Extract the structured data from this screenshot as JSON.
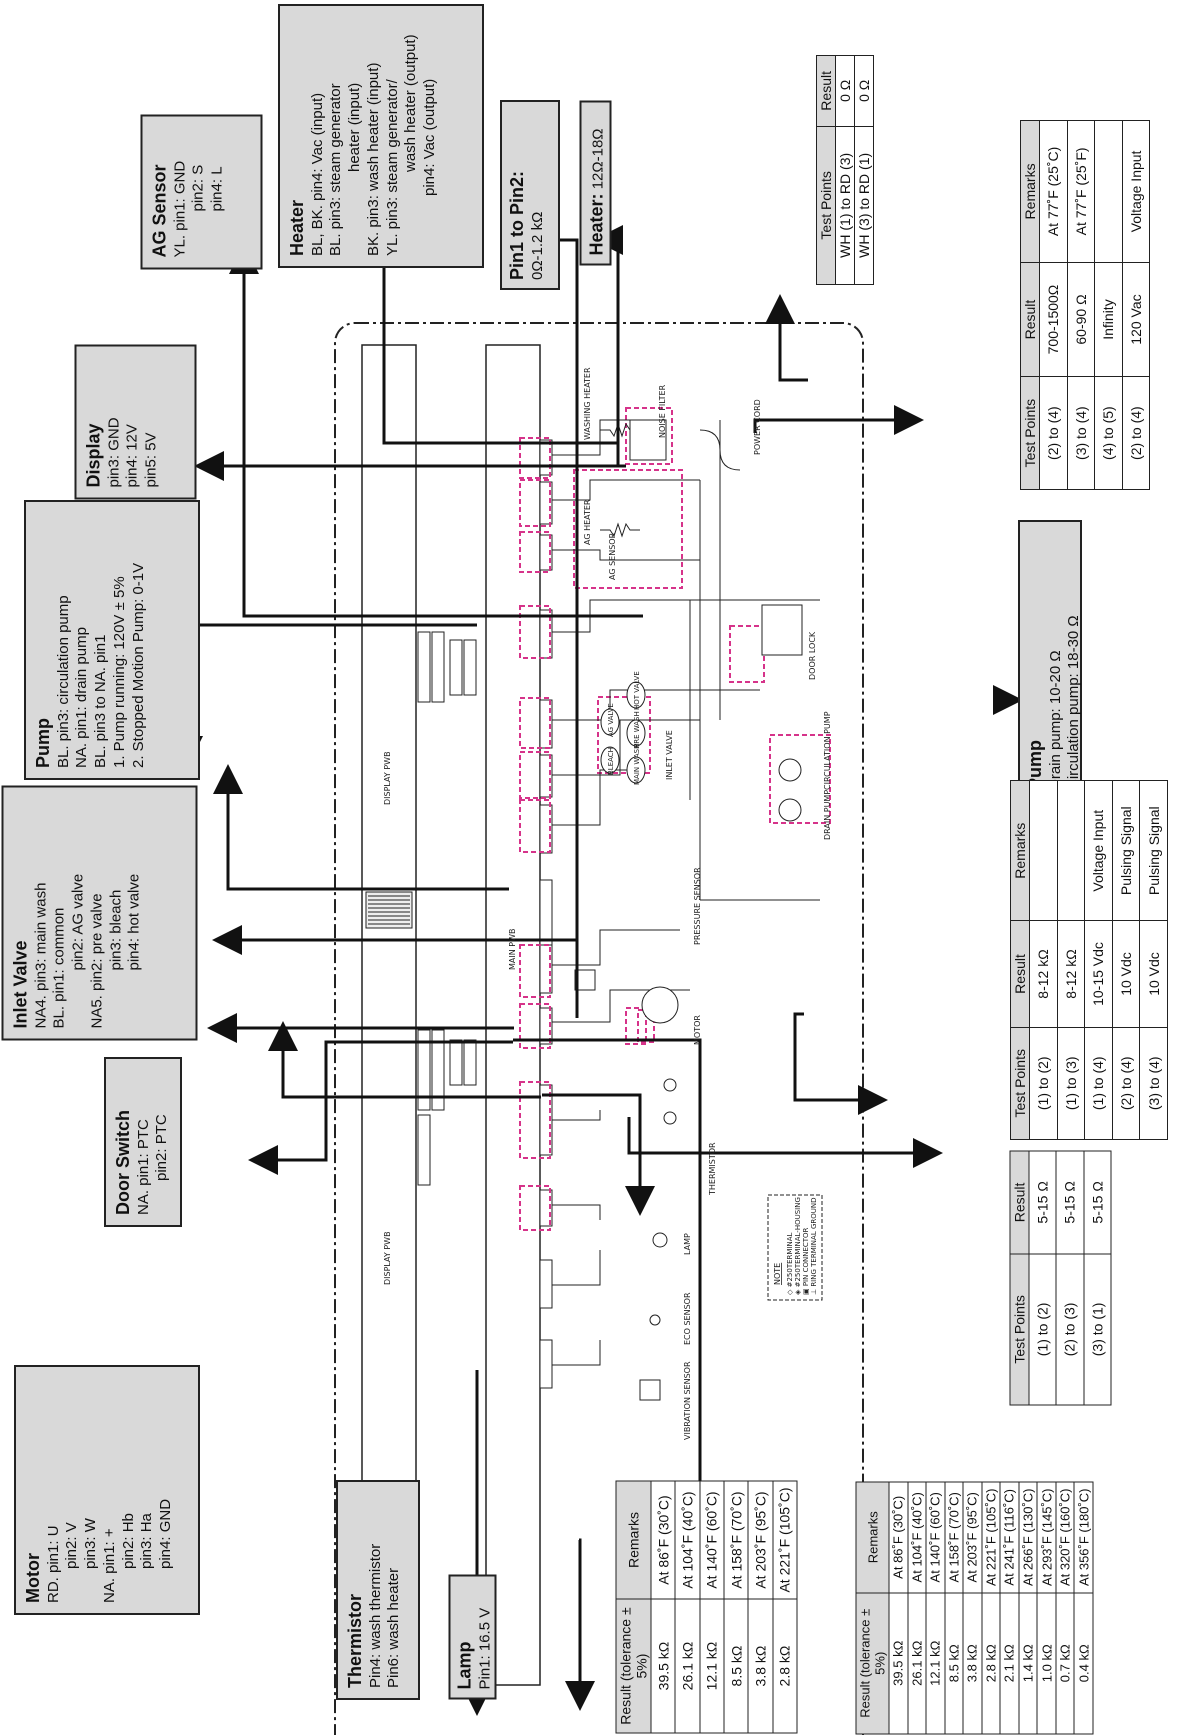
{
  "callouts": {
    "motor": {
      "title": "Motor",
      "lines": [
        "RD. pin1: U",
        "pin2: V",
        "pin3: W",
        "NA. pin1: +",
        "pin2: Hb",
        "pin3: Ha",
        "pin4: GND"
      ]
    },
    "door_switch": {
      "title": "Door Switch",
      "lines": [
        "NA. pin1: PTC",
        "pin2: PTC"
      ]
    },
    "inlet_valve": {
      "title": "Inlet Valve",
      "lines": [
        "NA4. pin3: main wash",
        "BL.   pin1: common",
        "pin2: AG valve",
        "NA5. pin2: pre valve",
        "pin3: bleach",
        "pin4: hot valve"
      ]
    },
    "pump_left": {
      "title": "Pump",
      "lines": [
        "BL. pin3: circulation pump",
        "NA. pin1: drain pump",
        "BL. pin3 to NA. pin1",
        "1. Pump running: 120V ± 5%",
        "2. Stopped Motion Pump: 0-1V"
      ]
    },
    "display": {
      "title": "Display",
      "lines": [
        "pin3: GND",
        "pin4: 12V",
        "pin5: 5V"
      ]
    },
    "ag_sensor": {
      "title": "AG Sensor",
      "lines": [
        "YL.  pin1: GND",
        "pin2: S",
        "pin4: L"
      ]
    },
    "heater": {
      "title": "Heater",
      "lines": [
        "BL, BK. pin4: Vac (input)",
        "BL.      pin3: steam generator",
        "heater (input)",
        "BK.      pin3: wash heater (input)",
        "YL.      pin3: steam generator/",
        "wash heater (output)",
        "pin4: Vac (output)"
      ]
    },
    "pin1_pin2": {
      "title": "Pin1 to Pin2:",
      "value": "0Ω-1.2 kΩ"
    },
    "heater_r": {
      "title": "Heater:",
      "value": "12Ω-18Ω"
    },
    "pump_right": {
      "title": "Pump",
      "lines": [
        "Drain pump: 10-20 Ω",
        "Circulation pump: 18-30 Ω"
      ]
    },
    "thermistor": {
      "title": "Thermistor",
      "lines": [
        "Pin4: wash thermistor",
        "Pin6: wash heater"
      ]
    },
    "lamp": {
      "title": "Lamp",
      "lines": [
        "Pin1: 16.5 V"
      ]
    }
  },
  "tables": {
    "door_lock": {
      "headers": [
        "Test Points",
        "Result"
      ],
      "rows": [
        [
          "WH (1) to RD (3)",
          "0 Ω"
        ],
        [
          "WH (3) to RD (1)",
          "0 Ω"
        ]
      ]
    },
    "noise_filter": {
      "headers": [
        "Test Points",
        "Result",
        "Remarks"
      ],
      "rows": [
        [
          "(2) to (4)",
          "700-1500Ω",
          "At 77˚F (25˚C)"
        ],
        [
          "(3) to (4)",
          "60-90 Ω",
          "At 77˚F (25˚F)"
        ],
        [
          "(4) to (5)",
          "Infinity",
          ""
        ],
        [
          "(2) to (4)",
          "120 Vac",
          "Voltage Input"
        ]
      ]
    },
    "motor": {
      "headers": [
        "Test Points",
        "Result",
        "Remarks"
      ],
      "rows": [
        [
          "(1) to (2)",
          "8-12 kΩ",
          ""
        ],
        [
          "(1) to (3)",
          "8-12 kΩ",
          ""
        ],
        [
          "(1) to (4)",
          "10-15 Vdc",
          "Voltage Input"
        ],
        [
          "(2) to (4)",
          "10 Vdc",
          "Pulsing Signal"
        ],
        [
          "(3) to (4)",
          "10 Vdc",
          "Pulsing Signal"
        ]
      ]
    },
    "motor_winding": {
      "headers": [
        "Test Points",
        "Result"
      ],
      "rows": [
        [
          "(1) to (2)",
          "5-15 Ω"
        ],
        [
          "(2) to (3)",
          "5-15 Ω"
        ],
        [
          "(3) to (1)",
          "5-15 Ω"
        ]
      ]
    },
    "wash_thermistor": {
      "headers": [
        "Result (tolerance ± 5%)",
        "Remarks"
      ],
      "rows": [
        [
          "39.5 kΩ",
          "At 86˚F (30˚C)"
        ],
        [
          "26.1 kΩ",
          "At 104˚F (40˚C)"
        ],
        [
          "12.1 kΩ",
          "At 140˚F (60˚C)"
        ],
        [
          "8.5 kΩ",
          "At 158˚F (70˚C)"
        ],
        [
          "3.8 kΩ",
          "At 203˚F (95˚C)"
        ],
        [
          "2.8 kΩ",
          "At 221˚F (105˚C)"
        ]
      ]
    },
    "ag_thermistor": {
      "headers": [
        "Result (tolerance ± 5%)",
        "Remarks"
      ],
      "rows": [
        [
          "39.5 kΩ",
          "At 86˚F (30˚C)"
        ],
        [
          "26.1 kΩ",
          "At 104˚F (40˚C)"
        ],
        [
          "12.1 kΩ",
          "At 140˚F (60˚C)"
        ],
        [
          "8.5 kΩ",
          "At 158˚F (70˚C)"
        ],
        [
          "3.8 kΩ",
          "At 203˚F (95˚C)"
        ],
        [
          "2.8 kΩ",
          "At 221˚F (105˚C)"
        ],
        [
          "2.1 kΩ",
          "At 241˚F (116˚C)"
        ],
        [
          "1.4 kΩ",
          "At 266˚F (130˚C)"
        ],
        [
          "1.0 kΩ",
          "At 293˚F (145˚C)"
        ],
        [
          "0.7 kΩ",
          "At 320˚F (160˚C)"
        ],
        [
          "0.4 kΩ",
          "At 356˚F (180˚C)"
        ]
      ]
    }
  },
  "schematic": {
    "display_pwb_1": "DISPLAY PWB",
    "display_pwb_2": "DISPLAY PWB",
    "main_pwb": "MAIN PWB",
    "inlet_valve": "INLET VALVE",
    "door_lock": "DOOR LOCK",
    "circulation_pump": "CIRCULATION PUMP",
    "drain_pump": "DRAIN PUMP",
    "pressure_sensor": "PRESSURE SENSOR",
    "motor": "MOTOR",
    "thermistor": "THERMISTOR",
    "lamp": "LAMP",
    "eco_sensor": "ECO SENSOR",
    "vibration_sensor": "VIBRATION SENSOR",
    "ag_sensor": "AG SENSOR",
    "washing_heater": "WASHING HEATER",
    "ag_heater": "AG HEATER",
    "noise_filter": "NOISE FILTER",
    "power_cord": "POWER CORD",
    "note_title": "NOTE",
    "note_lines": [
      "◇ #250TERMINAL",
      "◈ #250TERMINAL-HOUSING",
      "▣ PIN CONNECTOR",
      "⊥ RING TERMINAL GROUND"
    ],
    "valves": [
      "BLEACH",
      "AG VALVE",
      "MAIN WASH",
      "PRE WASH",
      "HOT VALVE"
    ]
  }
}
